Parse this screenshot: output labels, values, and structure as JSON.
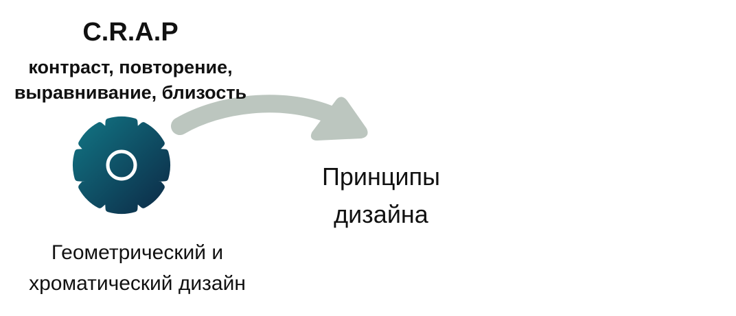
{
  "crap": {
    "title": "C.R.A.P",
    "line1": "контраст, повторение,",
    "line2": "выравнивание, близость"
  },
  "target": {
    "line1": "Принципы",
    "line2": "дизайна"
  },
  "source": {
    "line1": "Геометрический и",
    "line2": "хроматический дизайн"
  },
  "icons": {
    "gear": "gear-icon",
    "arrow": "curved-arrow"
  },
  "colors": {
    "arrow": "#bcc6bf",
    "gear_light": "#127483",
    "gear_dark": "#0c2b47",
    "gear_ring": "#ffffff",
    "text": "#111111"
  }
}
